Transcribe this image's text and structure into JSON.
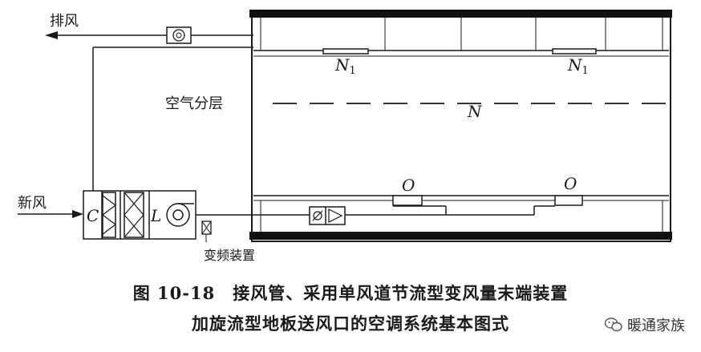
{
  "labels": {
    "exhaust": "排风",
    "fresh_air": "新风",
    "air_layer": "空气分层",
    "vfd": "变频装置",
    "n1_left": "N",
    "n1_left_sub": "1",
    "n1_right": "N",
    "n1_right_sub": "1",
    "n": "N",
    "o_left": "O",
    "o_right": "O",
    "c": "C",
    "l": "L"
  },
  "caption": {
    "line1": "图 10-18　接风管、采用单风道节流型变风量末端装置",
    "line2": "加旋流型地板送风口的空调系统基本图式"
  },
  "watermark": {
    "text": "暖通家族",
    "icon": "wechat-icon"
  }
}
